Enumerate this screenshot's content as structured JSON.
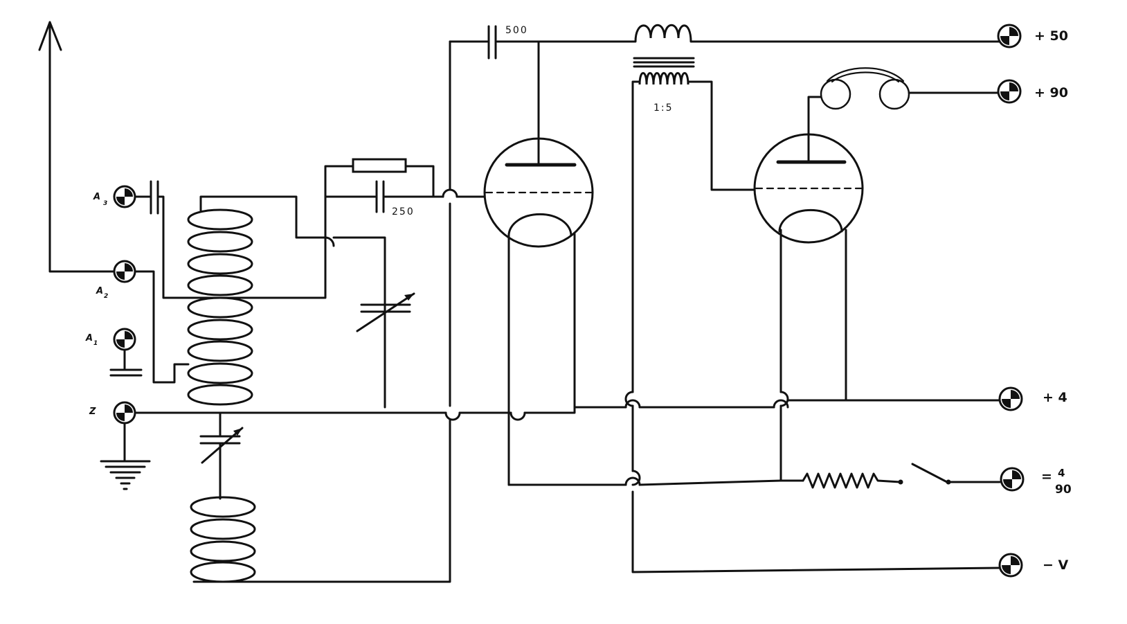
{
  "diagram": {
    "left_terminals": {
      "a3": "A",
      "a3_sub": "3",
      "a2": "A",
      "a2_sub": "2",
      "a1": "A",
      "a1_sub": "1",
      "z": "Z"
    },
    "capacitor_labels": {
      "c500": "500",
      "c250": "250"
    },
    "transformer_ratio": "1:5",
    "right_terminals": {
      "plus50": "+ 50",
      "plus90": "+ 90",
      "plus4": "+ 4",
      "eq_prefix": "=",
      "eq_top": "4",
      "eq_bottom": "90",
      "minus_v": "− V"
    }
  }
}
